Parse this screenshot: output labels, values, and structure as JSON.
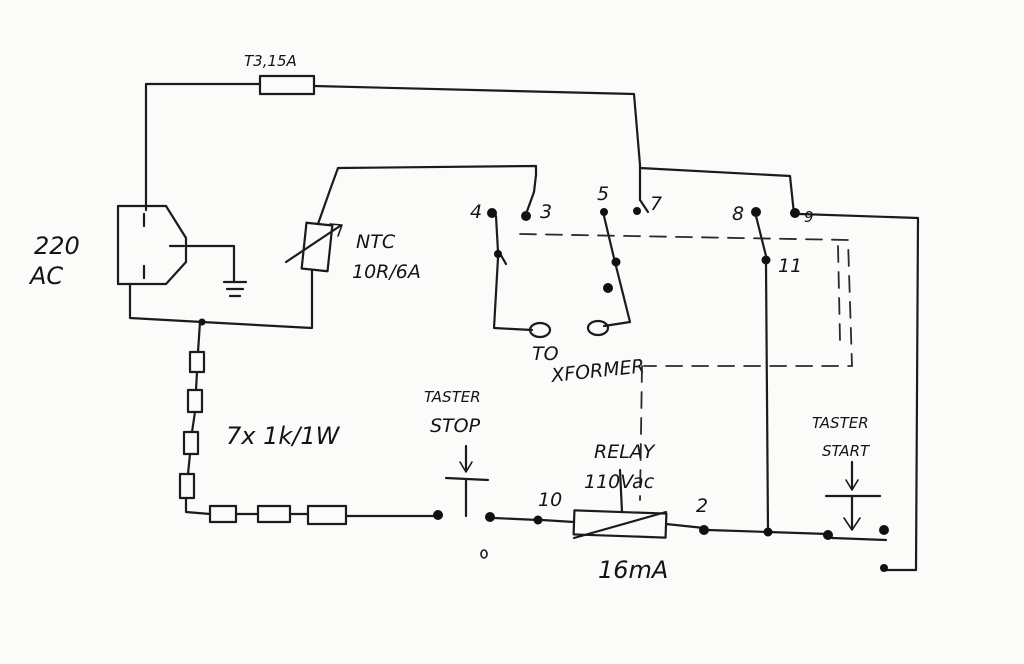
{
  "labels": {
    "fuse": "T3,15A",
    "input_v": "220",
    "input_ac": "AC",
    "ntc_name": "NTC",
    "ntc_value": "10R/6A",
    "pin_4": "4",
    "pin_3": "3",
    "pin_5": "5",
    "pin_7": "7",
    "pin_8": "8",
    "pin_9": "9",
    "pin_11": "11",
    "pin_10": "10",
    "pin_2": "2",
    "to": "TO",
    "xformer": "XFORMER",
    "resistors": "7x 1k/1W",
    "taster_stop_1": "TASTER",
    "taster_stop_2": "STOP",
    "relay_1": "RELAY",
    "relay_2": "110Vac",
    "relay_current": "16mA",
    "taster_start_1": "TASTER",
    "taster_start_2": "START"
  }
}
